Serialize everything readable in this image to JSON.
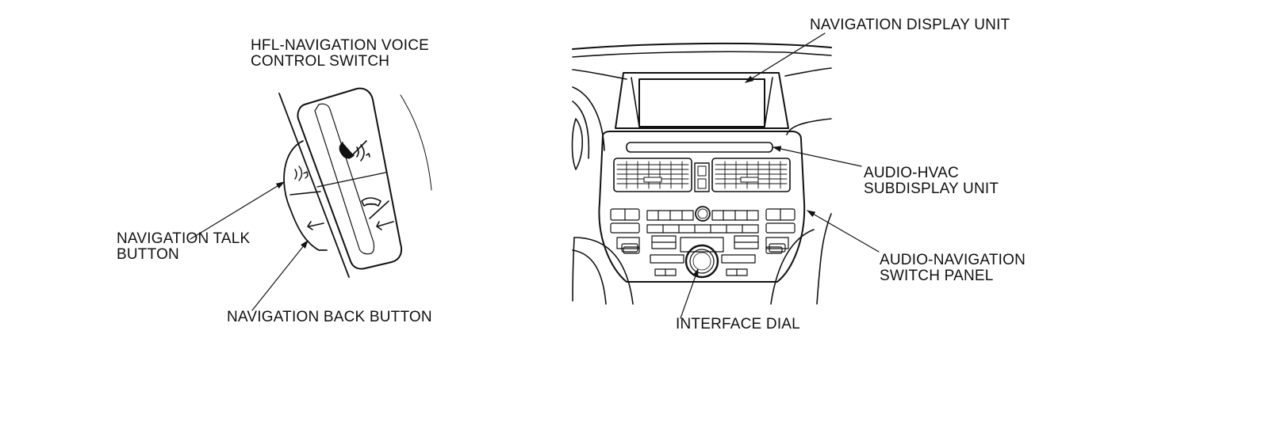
{
  "labels": {
    "voice_switch": [
      "HFL-NAVIGATION VOICE",
      "CONTROL SWITCH"
    ],
    "talk_button": [
      "NAVIGATION TALK",
      "BUTTON"
    ],
    "back_button": "NAVIGATION BACK BUTTON",
    "display_unit": "NAVIGATION DISPLAY UNIT",
    "subdisplay_unit": [
      "AUDIO-HVAC",
      "SUBDISPLAY UNIT"
    ],
    "switch_panel": [
      "AUDIO-NAVIGATION",
      "SWITCH PANEL"
    ],
    "interface_dial": "INTERFACE DIAL"
  },
  "colors": {
    "line": "#111111",
    "background": "#ffffff"
  }
}
